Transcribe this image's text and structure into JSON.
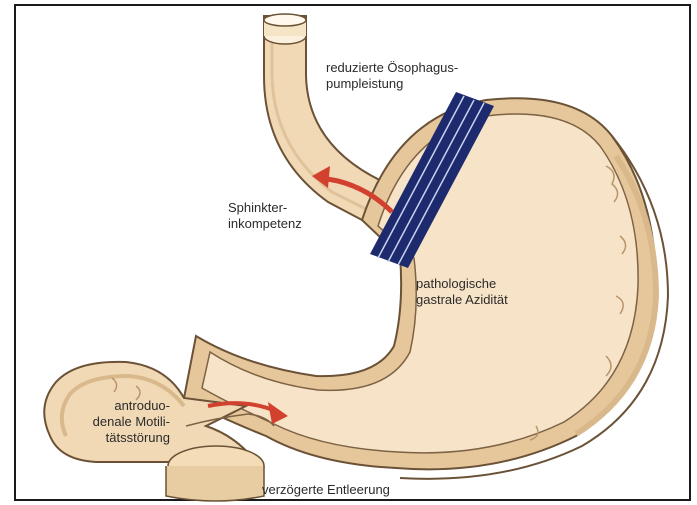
{
  "labels": {
    "esophagus_pump_line1": "reduzierte Ösophagus-",
    "esophagus_pump_line2": "pumpleistung",
    "sphincter_line1": "Sphinkter-",
    "sphincter_line2": "inkompetenz",
    "acidity_line1": "pathologische",
    "acidity_line2": "gastrale Azidität",
    "motility_line1": "antroduo-",
    "motility_line2": "denale Motili-",
    "motility_line3": "tätsstörung",
    "emptying": "verzögerte Entleerung"
  },
  "colors": {
    "tissue": "#f1d9b6",
    "tissue_inner": "#f7e4c8",
    "wall": "#e6c79c",
    "outline": "#6b5236",
    "arrow": "#d2402e",
    "band": "#1d2a6e",
    "band_stripe": "#c9d2f0"
  }
}
